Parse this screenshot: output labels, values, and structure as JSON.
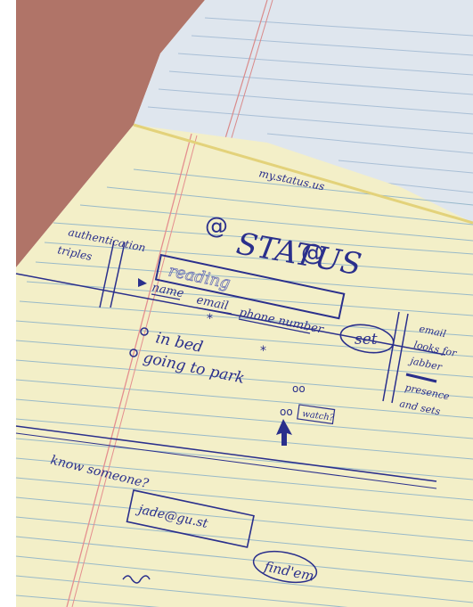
{
  "notebook": {
    "header": "my.status.us",
    "logo_word": "STATUS",
    "left_note_line1": "authentication",
    "left_note_line2": "triples",
    "status_input_value": "reading",
    "field_name": "name",
    "field_email": "email",
    "field_phone": "phone number",
    "set_button": "set",
    "right_note_line1": "email",
    "right_note_line2": "looks for",
    "right_note_line3": "jabber",
    "right_note_line4": "presence",
    "right_note_line5": "and sets",
    "option_1": "in bed",
    "option_2": "going to park",
    "watch_label": "watch?",
    "bottom_prompt": "know someone?",
    "friend_input_value": "jade@gu.st",
    "find_button": "find'em"
  }
}
